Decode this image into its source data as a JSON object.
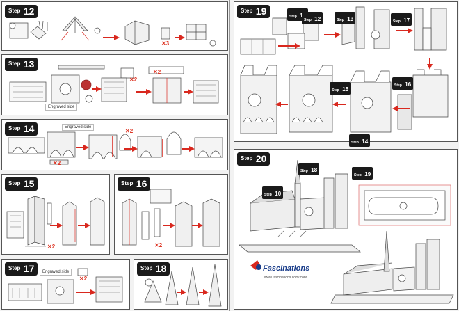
{
  "steps": {
    "s12": {
      "word": "Step",
      "num": "12"
    },
    "s13": {
      "word": "Step",
      "num": "13"
    },
    "s14": {
      "word": "Step",
      "num": "14"
    },
    "s15": {
      "word": "Step",
      "num": "15"
    },
    "s16": {
      "word": "Step",
      "num": "16"
    },
    "s17": {
      "word": "Step",
      "num": "17"
    },
    "s18": {
      "word": "Step",
      "num": "18"
    },
    "s19": {
      "word": "Step",
      "num": "19"
    },
    "s20": {
      "word": "Step",
      "num": "20"
    }
  },
  "mini_steps": {
    "m11": {
      "word": "Step",
      "num": "11"
    },
    "m12": {
      "word": "Step",
      "num": "12"
    },
    "m13": {
      "word": "Step",
      "num": "13"
    },
    "m17": {
      "word": "Step",
      "num": "17"
    },
    "m15": {
      "word": "Step",
      "num": "15"
    },
    "m16": {
      "word": "Step",
      "num": "16"
    },
    "m14": {
      "word": "Step",
      "num": "14"
    },
    "m18": {
      "word": "Step",
      "num": "18"
    },
    "m19": {
      "word": "Step",
      "num": "19"
    },
    "m10": {
      "word": "Step",
      "num": "10"
    }
  },
  "notes": {
    "engraved_13": "Engraved side",
    "engraved_14": "Engraved side",
    "engraved_17": "Engraved side"
  },
  "multipliers": {
    "x3": "✕3",
    "x2": "✕2"
  },
  "brand": {
    "name": "Fascinations",
    "url": "www.fascinations.com/icons"
  },
  "colors": {
    "arrow": "#d9281e",
    "tag_bg": "#1a1a1a",
    "brand": "#1a3d8a"
  },
  "icons": [
    "arrow-right-icon",
    "arrow-left-icon",
    "arrow-down-icon"
  ]
}
